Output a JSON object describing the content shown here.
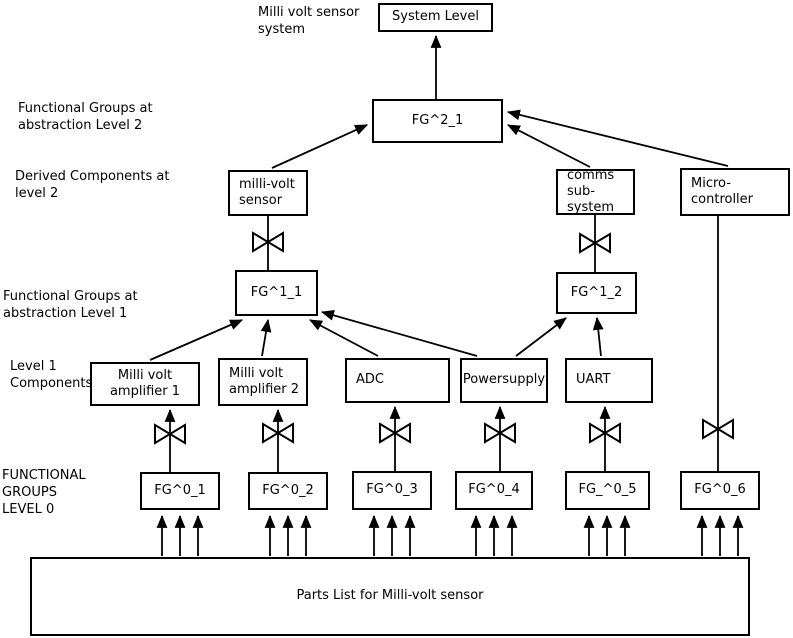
{
  "labels": {
    "top_caption": "Milli volt sensor\nsystem",
    "level2_groups": "Functional Groups at\nabstraction Level 2",
    "derived_level2": "Derived Components at\nlevel 2",
    "level1_groups": "Functional Groups at\nabstraction Level 1",
    "level1_components": "Level  1\nComponents",
    "level0_groups": "FUNCTIONAL\n GROUPS\n LEVEL 0"
  },
  "boxes": {
    "system_level": "System Level",
    "fg2_1": "FG^2_1",
    "millivolt_sensor": "milli-volt\nsensor",
    "comms_subsystem": "comms\nsub-system",
    "microcontroller": "Micro-\ncontroller",
    "fg1_1": "FG^1_1",
    "fg1_2": "FG^1_2",
    "amp1": "Milli volt\namplifier 1",
    "amp2": "Milli volt\namplifier 2",
    "adc": "ADC",
    "powersupply": "Powersupply",
    "uart": "UART",
    "fg0_1": "FG^0_1",
    "fg0_2": "FG^0_2",
    "fg0_3": "FG^0_3",
    "fg0_4": "FG^0_4",
    "fg0_5": "FG_^0_5",
    "fg0_6": "FG^0_6",
    "parts_list": "Parts List for Milli-volt sensor"
  },
  "colors": {
    "line": "#000000",
    "background": "#ffffff"
  }
}
